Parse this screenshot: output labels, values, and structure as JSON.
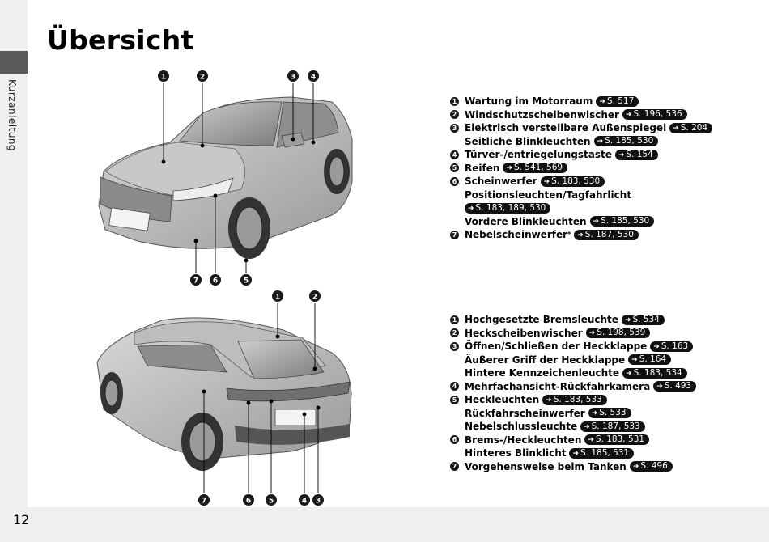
{
  "page": {
    "title": "Übersicht",
    "side_tab": "Kurzanleitung",
    "page_number": "12"
  },
  "front_callouts": [
    "1",
    "2",
    "3",
    "4",
    "7",
    "6",
    "5"
  ],
  "rear_callouts": [
    "1",
    "2",
    "7",
    "6",
    "5",
    "4",
    "3"
  ],
  "front_list": [
    {
      "num": "1",
      "text": "Wartung im Motorraum",
      "ref": "S. 517"
    },
    {
      "num": "2",
      "text": "Windschutzscheibenwischer",
      "ref": "S. 196, 536"
    },
    {
      "num": "3",
      "text": "Elektrisch verstellbare Außenspiegel",
      "ref": "S. 204"
    },
    {
      "num": "",
      "text": "Seitliche Blinkleuchten",
      "ref": "S. 185, 530"
    },
    {
      "num": "4",
      "text": "Türver-/entriegelungstaste",
      "ref": "S. 154"
    },
    {
      "num": "5",
      "text": "Reifen",
      "ref": "S. 541, 569"
    },
    {
      "num": "6",
      "text": "Scheinwerfer",
      "ref": "S. 183, 530"
    },
    {
      "num": "",
      "text": "Positionsleuchten/Tagfahrlicht",
      "ref": ""
    },
    {
      "num": "",
      "text": "",
      "ref": "S. 183, 189, 530"
    },
    {
      "num": "",
      "text": "Vordere Blinkleuchten",
      "ref": "S. 185, 530"
    },
    {
      "num": "7",
      "text": "Nebelscheinwerfer",
      "sup": "*",
      "ref": "S. 187, 530"
    }
  ],
  "rear_list": [
    {
      "num": "1",
      "text": "Hochgesetzte Bremsleuchte",
      "ref": "S. 534"
    },
    {
      "num": "2",
      "text": "Heckscheibenwischer",
      "ref": "S. 198, 539"
    },
    {
      "num": "3",
      "text": "Öffnen/Schließen der Heckklappe",
      "ref": "S. 163"
    },
    {
      "num": "",
      "text": "Äußerer Griff der Heckklappe",
      "ref": "S. 164"
    },
    {
      "num": "",
      "text": "Hintere Kennzeichenleuchte",
      "ref": "S. 183, 534"
    },
    {
      "num": "4",
      "text": "Mehrfachansicht-Rückfahrkamera",
      "ref": "S. 493"
    },
    {
      "num": "5",
      "text": "Heckleuchten",
      "ref": "S. 183, 533"
    },
    {
      "num": "",
      "text": "Rückfahrscheinwerfer",
      "ref": "S. 533"
    },
    {
      "num": "",
      "text": "Nebelschlussleuchte",
      "ref": "S. 187, 533"
    },
    {
      "num": "6",
      "text": "Brems-/Heckleuchten",
      "ref": "S. 183, 531"
    },
    {
      "num": "",
      "text": "Hinteres Blinklicht",
      "ref": "S. 185, 531"
    },
    {
      "num": "7",
      "text": "Vorgehensweise beim Tanken",
      "ref": "S. 496"
    }
  ]
}
